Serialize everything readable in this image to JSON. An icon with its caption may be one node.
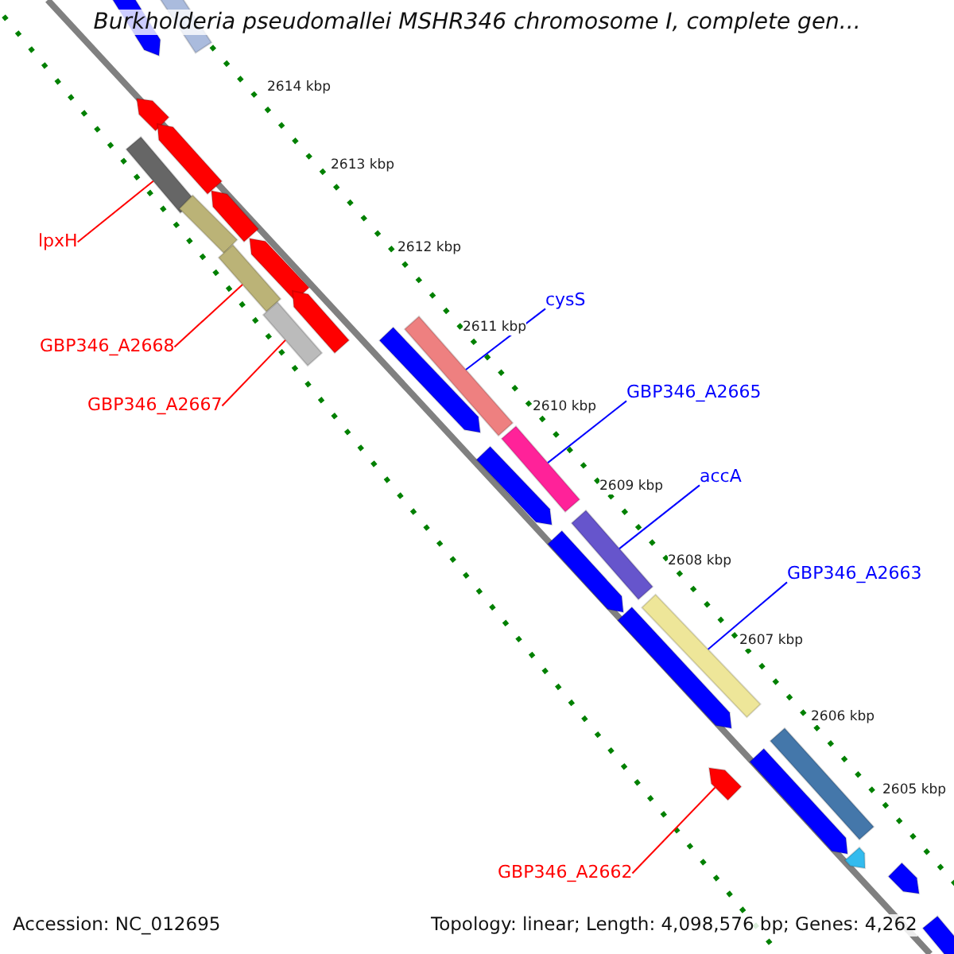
{
  "diagram": {
    "title": "Burkholderia pseudomallei MSHR346 chromosome I, complete gen...",
    "nodes": [
      {
        "text": [
          "lpxH"
        ]
      },
      {
        "text": [
          "cysS"
        ]
      },
      {
        "text": [
          "GBP346_A2668"
        ]
      },
      {
        "text": [
          "GBP346_A2665"
        ]
      },
      {
        "text": [
          "GBP346_A2667"
        ]
      },
      {
        "text": [
          "accA"
        ]
      },
      {
        "text": [
          "GBP346_A2663"
        ]
      },
      {
        "text": [
          "GBP346_A2662"
        ]
      },
      {
        "text": [],
        "shape": "bar"
      },
      {
        "text": [],
        "shape": "pentagon"
      },
      {
        "text": [],
        "shape": "pentagon"
      },
      {
        "text": [],
        "shape": "pentagon"
      },
      {
        "text": [],
        "shape": "bar"
      },
      {
        "text": [],
        "shape": "pentagon"
      },
      {
        "text": [],
        "shape": "bar"
      },
      {
        "text": [],
        "shape": "pentagon"
      },
      {
        "text": [],
        "shape": "bar"
      },
      {
        "text": [],
        "shape": "pentagon"
      },
      {
        "text": [],
        "shape": "bar"
      },
      {
        "text": [],
        "shape": "bar"
      },
      {
        "text": [],
        "shape": "pentagon"
      },
      {
        "text": [],
        "shape": "bar"
      },
      {
        "text": [],
        "shape": "pentagon"
      },
      {
        "text": [],
        "shape": "bar"
      },
      {
        "text": [],
        "shape": "pentagon"
      },
      {
        "text": [],
        "shape": "bar"
      },
      {
        "text": [],
        "shape": "pentagon"
      },
      {
        "text": [],
        "shape": "pentagon"
      },
      {
        "text": [],
        "shape": "bar"
      },
      {
        "text": [],
        "shape": "pentagon"
      },
      {
        "text": [],
        "shape": "pentagon"
      },
      {
        "text": [],
        "shape": "pentagon"
      },
      {
        "text": [],
        "shape": "pentagon"
      }
    ],
    "edges": [
      {
        "from": 0,
        "to": 12,
        "arrow": "none",
        "color": "#ff0000"
      },
      {
        "from": 1,
        "to": 19,
        "arrow": "none",
        "color": "#0000ff"
      },
      {
        "from": 2,
        "to": 16,
        "arrow": "none",
        "color": "#ff0000"
      },
      {
        "from": 3,
        "to": 21,
        "arrow": "none",
        "color": "#0000ff"
      },
      {
        "from": 4,
        "to": 18,
        "arrow": "none",
        "color": "#ff0000"
      },
      {
        "from": 5,
        "to": 23,
        "arrow": "none",
        "color": "#0000ff"
      },
      {
        "from": 6,
        "to": 25,
        "arrow": "none",
        "color": "#0000ff"
      },
      {
        "from": 7,
        "to": 27,
        "arrow": "none",
        "color": "#ff0000"
      }
    ],
    "labels": [
      "2614 kbp",
      "2613 kbp",
      "2612 kbp",
      "2611 kbp",
      "2610 kbp",
      "2609 kbp",
      "2608 kbp",
      "2607 kbp",
      "2606 kbp",
      "2605 kbp",
      "Accession: NC_012695",
      "Topology: linear; Length: 4,098,576 bp; Genes: 4,262"
    ]
  }
}
